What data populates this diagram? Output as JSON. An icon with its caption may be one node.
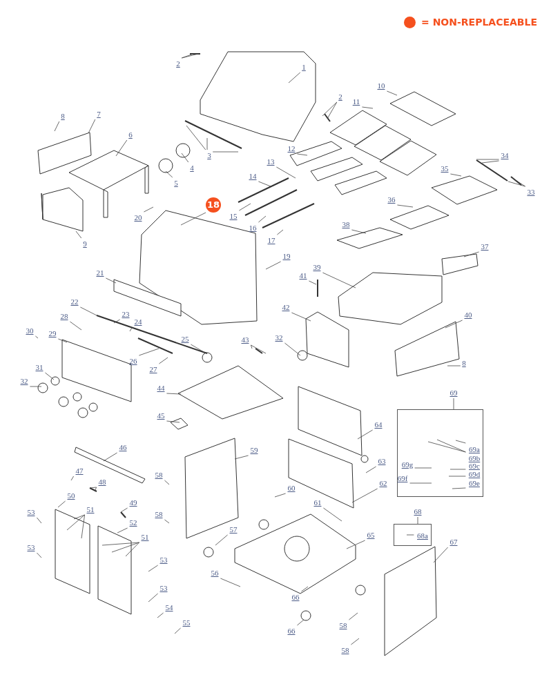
{
  "diagram": {
    "nodes": [
      {
        "text": [
          "1"
        ]
      },
      {
        "text": [
          "2"
        ]
      },
      {
        "text": [
          "2"
        ]
      },
      {
        "text": [
          "10"
        ]
      },
      {
        "text": [
          "11"
        ]
      },
      {
        "text": [
          "8"
        ]
      },
      {
        "text": [
          "7"
        ]
      },
      {
        "text": [
          "6"
        ]
      },
      {
        "text": [
          "12"
        ]
      },
      {
        "text": [
          "3"
        ]
      },
      {
        "text": [
          "34"
        ]
      },
      {
        "text": [
          "13"
        ]
      },
      {
        "text": [
          "4"
        ]
      },
      {
        "text": [
          "35"
        ]
      },
      {
        "text": [
          "14"
        ]
      },
      {
        "text": [
          "5"
        ]
      },
      {
        "text": [
          "33"
        ]
      },
      {
        "text": [
          "36"
        ]
      },
      {
        "text": [
          "18"
        ]
      },
      {
        "text": [
          "20"
        ]
      },
      {
        "text": [
          "15"
        ]
      },
      {
        "text": [
          "38"
        ]
      },
      {
        "text": [
          "16"
        ]
      },
      {
        "text": [
          "17"
        ]
      },
      {
        "text": [
          "9"
        ]
      },
      {
        "text": [
          "37"
        ]
      },
      {
        "text": [
          "19"
        ]
      },
      {
        "text": [
          "39"
        ]
      },
      {
        "text": [
          "21"
        ]
      },
      {
        "text": [
          "41"
        ]
      },
      {
        "text": [
          "22"
        ]
      },
      {
        "text": [
          "42"
        ]
      },
      {
        "text": [
          "23"
        ]
      },
      {
        "text": [
          "40"
        ]
      },
      {
        "text": [
          "28"
        ]
      },
      {
        "text": [
          "24"
        ]
      },
      {
        "text": [
          "30"
        ]
      },
      {
        "text": [
          "29"
        ]
      },
      {
        "text": [
          "32"
        ]
      },
      {
        "text": [
          "25"
        ]
      },
      {
        "text": [
          "43"
        ]
      },
      {
        "text": [
          "26"
        ]
      },
      {
        "text": [
          "8"
        ]
      },
      {
        "text": [
          "31"
        ]
      },
      {
        "text": [
          "27"
        ]
      },
      {
        "text": [
          "32"
        ]
      },
      {
        "text": [
          "44"
        ]
      },
      {
        "text": [
          "69"
        ]
      },
      {
        "text": [],
        "shape": "box"
      },
      {
        "text": [
          "69a"
        ],
        "in": 48
      },
      {
        "text": [
          "69b"
        ],
        "in": 48
      },
      {
        "text": [
          "69g"
        ],
        "in": 48
      },
      {
        "text": [
          "69c"
        ],
        "in": 48
      },
      {
        "text": [
          "69d"
        ],
        "in": 48
      },
      {
        "text": [
          "69f"
        ],
        "in": 48
      },
      {
        "text": [
          "69e"
        ],
        "in": 48
      },
      {
        "text": [
          "45"
        ]
      },
      {
        "text": [
          "64"
        ]
      },
      {
        "text": [
          "46"
        ]
      },
      {
        "text": [
          "59"
        ]
      },
      {
        "text": [
          "63"
        ]
      },
      {
        "text": [
          "47"
        ]
      },
      {
        "text": [
          "58"
        ]
      },
      {
        "text": [
          "48"
        ]
      },
      {
        "text": [
          "62"
        ]
      },
      {
        "text": [
          "60"
        ]
      },
      {
        "text": [
          "50"
        ]
      },
      {
        "text": [
          "49"
        ]
      },
      {
        "text": [
          "61"
        ]
      },
      {
        "text": [
          "51"
        ]
      },
      {
        "text": [
          "68"
        ]
      },
      {
        "text": [],
        "shape": "box"
      },
      {
        "text": [
          "68a"
        ],
        "in": 71
      },
      {
        "text": [
          "53"
        ]
      },
      {
        "text": [
          "58"
        ]
      },
      {
        "text": [
          "52"
        ]
      },
      {
        "text": [
          "57"
        ]
      },
      {
        "text": [
          "65"
        ]
      },
      {
        "text": [
          "51"
        ]
      },
      {
        "text": [
          "67"
        ]
      },
      {
        "text": [
          "53"
        ]
      },
      {
        "text": [
          "53"
        ]
      },
      {
        "text": [
          "56"
        ]
      },
      {
        "text": [
          "53"
        ]
      },
      {
        "text": [
          "66"
        ]
      },
      {
        "text": [
          "54"
        ]
      },
      {
        "text": [
          "55"
        ]
      },
      {
        "text": [
          "58"
        ]
      },
      {
        "text": [
          "66"
        ]
      },
      {
        "text": [
          "58"
        ]
      }
    ],
    "edges": [
      {
        "from": 0,
        "to": null,
        "arrow": "none"
      },
      {
        "from": 1,
        "to": null,
        "arrow": "none"
      },
      {
        "from": 1,
        "to": null,
        "arrow": "none"
      },
      {
        "from": 2,
        "to": null,
        "arrow": "none"
      },
      {
        "from": 2,
        "to": null,
        "arrow": "none"
      },
      {
        "from": 3,
        "to": null,
        "arrow": "none"
      },
      {
        "from": 4,
        "to": null,
        "arrow": "none"
      },
      {
        "from": 5,
        "to": null,
        "arrow": "none"
      },
      {
        "from": 6,
        "to": null,
        "arrow": "none"
      },
      {
        "from": 7,
        "to": null,
        "arrow": "none"
      },
      {
        "from": 8,
        "to": null,
        "arrow": "none"
      },
      {
        "from": 9,
        "to": null,
        "arrow": "none"
      },
      {
        "from": 9,
        "to": null,
        "arrow": "none"
      },
      {
        "from": 9,
        "to": null,
        "arrow": "none"
      },
      {
        "from": 10,
        "to": null,
        "arrow": "none"
      },
      {
        "from": 10,
        "to": null,
        "arrow": "none"
      },
      {
        "from": 11,
        "to": null,
        "arrow": "none"
      },
      {
        "from": 12,
        "to": null,
        "arrow": "none"
      },
      {
        "from": 13,
        "to": null,
        "arrow": "none"
      },
      {
        "from": 14,
        "to": null,
        "arrow": "none"
      },
      {
        "from": 15,
        "to": null,
        "arrow": "none"
      },
      {
        "from": 16,
        "to": null,
        "arrow": "none"
      },
      {
        "from": 16,
        "to": null,
        "arrow": "none"
      },
      {
        "from": 17,
        "to": null,
        "arrow": "none"
      },
      {
        "from": 18,
        "to": null,
        "arrow": "none"
      },
      {
        "from": 19,
        "to": null,
        "arrow": "none"
      },
      {
        "from": 20,
        "to": null,
        "arrow": "none"
      },
      {
        "from": 21,
        "to": null,
        "arrow": "none"
      },
      {
        "from": 22,
        "to": null,
        "arrow": "none"
      },
      {
        "from": 23,
        "to": null,
        "arrow": "none"
      },
      {
        "from": 24,
        "to": null,
        "arrow": "none"
      },
      {
        "from": 25,
        "to": null,
        "arrow": "none"
      },
      {
        "from": 26,
        "to": null,
        "arrow": "none"
      },
      {
        "from": 27,
        "to": null,
        "arrow": "none"
      },
      {
        "from": 28,
        "to": null,
        "arrow": "none"
      },
      {
        "from": 29,
        "to": null,
        "arrow": "none"
      },
      {
        "from": 30,
        "to": null,
        "arrow": "none"
      },
      {
        "from": 31,
        "to": null,
        "arrow": "none"
      },
      {
        "from": 32,
        "to": null,
        "arrow": "none"
      },
      {
        "from": 33,
        "to": null,
        "arrow": "none"
      },
      {
        "from": 34,
        "to": null,
        "arrow": "none"
      },
      {
        "from": 35,
        "to": null,
        "arrow": "none"
      },
      {
        "from": 36,
        "to": null,
        "arrow": "none"
      },
      {
        "from": 37,
        "to": null,
        "arrow": "none"
      },
      {
        "from": 38,
        "to": null,
        "arrow": "none"
      },
      {
        "from": 39,
        "to": null,
        "arrow": "none"
      },
      {
        "from": 40,
        "to": null,
        "arrow": "none"
      },
      {
        "from": 40,
        "to": null,
        "arrow": "none"
      },
      {
        "from": 41,
        "to": null,
        "arrow": "none"
      },
      {
        "from": 42,
        "to": null,
        "arrow": "none"
      },
      {
        "from": 43,
        "to": null,
        "arrow": "none"
      },
      {
        "from": 44,
        "to": null,
        "arrow": "none"
      },
      {
        "from": 45,
        "to": null,
        "arrow": "none"
      },
      {
        "from": 46,
        "to": null,
        "arrow": "none"
      },
      {
        "from": 47,
        "to": 48,
        "arrow": "none"
      },
      {
        "from": 49,
        "to": null,
        "arrow": "none"
      },
      {
        "from": 50,
        "to": null,
        "arrow": "none"
      },
      {
        "from": 50,
        "to": null,
        "arrow": "none"
      },
      {
        "from": 51,
        "to": null,
        "arrow": "none"
      },
      {
        "from": 52,
        "to": null,
        "arrow": "none"
      },
      {
        "from": 53,
        "to": null,
        "arrow": "none"
      },
      {
        "from": 54,
        "to": null,
        "arrow": "none"
      },
      {
        "from": 55,
        "to": null,
        "arrow": "none"
      },
      {
        "from": 56,
        "to": null,
        "arrow": "none"
      },
      {
        "from": 57,
        "to": null,
        "arrow": "none"
      },
      {
        "from": 58,
        "to": null,
        "arrow": "none"
      },
      {
        "from": 59,
        "to": null,
        "arrow": "none"
      },
      {
        "from": 60,
        "to": null,
        "arrow": "none"
      },
      {
        "from": 61,
        "to": null,
        "arrow": "none"
      },
      {
        "from": 62,
        "to": null,
        "arrow": "none"
      },
      {
        "from": 63,
        "to": null,
        "arrow": "none"
      },
      {
        "from": 63,
        "to": null,
        "arrow": "none"
      },
      {
        "from": 64,
        "to": null,
        "arrow": "none"
      },
      {
        "from": 65,
        "to": null,
        "arrow": "none"
      },
      {
        "from": 66,
        "to": null,
        "arrow": "none"
      },
      {
        "from": 67,
        "to": null,
        "arrow": "none"
      },
      {
        "from": 68,
        "to": null,
        "arrow": "none"
      },
      {
        "from": 69,
        "to": null,
        "arrow": "none"
      },
      {
        "from": 69,
        "to": null,
        "arrow": "none"
      },
      {
        "from": 69,
        "to": null,
        "arrow": "none"
      },
      {
        "from": 70,
        "to": 71,
        "arrow": "none"
      },
      {
        "from": 72,
        "to": null,
        "arrow": "none"
      },
      {
        "from": 73,
        "to": null,
        "arrow": "none"
      },
      {
        "from": 74,
        "to": null,
        "arrow": "none"
      },
      {
        "from": 75,
        "to": null,
        "arrow": "none"
      },
      {
        "from": 76,
        "to": null,
        "arrow": "none"
      },
      {
        "from": 77,
        "to": null,
        "arrow": "none"
      },
      {
        "from": 78,
        "to": null,
        "arrow": "none"
      },
      {
        "from": 78,
        "to": null,
        "arrow": "none"
      },
      {
        "from": 78,
        "to": null,
        "arrow": "none"
      },
      {
        "from": 79,
        "to": null,
        "arrow": "none"
      },
      {
        "from": 80,
        "to": null,
        "arrow": "none"
      },
      {
        "from": 81,
        "to": null,
        "arrow": "none"
      },
      {
        "from": 82,
        "to": null,
        "arrow": "none"
      },
      {
        "from": 83,
        "to": null,
        "arrow": "none"
      },
      {
        "from": 84,
        "to": null,
        "arrow": "none"
      },
      {
        "from": 85,
        "to": null,
        "arrow": "none"
      },
      {
        "from": 86,
        "to": null,
        "arrow": "none"
      },
      {
        "from": 87,
        "to": null,
        "arrow": "none"
      },
      {
        "from": 88,
        "to": null,
        "arrow": "none"
      },
      {
        "from": 89,
        "to": null,
        "arrow": "none"
      }
    ],
    "legend": [
      {
        "text": "= NON-REPLACEABLE",
        "color": "#f5501e"
      }
    ]
  }
}
